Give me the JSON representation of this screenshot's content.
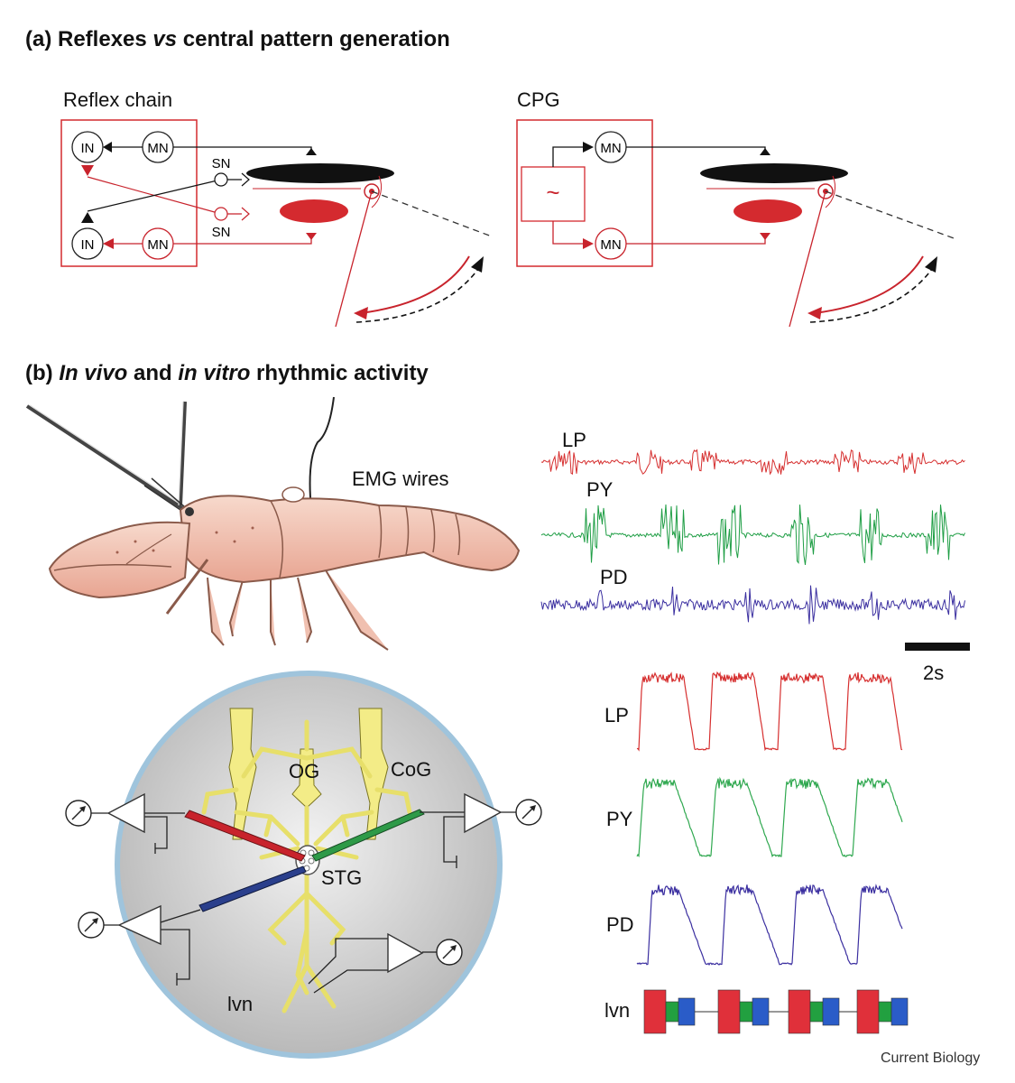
{
  "panel_a": {
    "heading": "(a)  Reflexes vs central pattern generation",
    "heading_parts": {
      "prefix": "(a)  Reflexes ",
      "italic": "vs",
      "suffix": " central pattern generation"
    },
    "reflex": {
      "title": "Reflex chain",
      "in_top": "IN",
      "mn_top": "MN",
      "in_bottom": "IN",
      "mn_bottom": "MN",
      "sn_top": "SN",
      "sn_bottom": "SN"
    },
    "cpg": {
      "title": "CPG",
      "mn_top": "MN",
      "mn_bottom": "MN",
      "oscillator_symbol": "~"
    }
  },
  "panel_b": {
    "heading_parts": {
      "prefix": "(b)  ",
      "italic1": "In vivo",
      "mid": " and ",
      "italic2": "in vitro",
      "suffix": " rhythmic activity"
    },
    "emg_label": "EMG wires",
    "in_vivo_traces": [
      {
        "name": "LP",
        "color": "#d62f2f"
      },
      {
        "name": "PY",
        "color": "#1f9e45"
      },
      {
        "name": "PD",
        "color": "#3b2fa0"
      }
    ],
    "scale_bar_label": "2s",
    "stg_labels": {
      "og": "OG",
      "cog": "CoG",
      "stg": "STG",
      "lvn": "lvn"
    },
    "in_vitro_traces": [
      {
        "name": "LP",
        "color": "#d62f2f"
      },
      {
        "name": "PY",
        "color": "#2fa84f"
      },
      {
        "name": "PD",
        "color": "#3b2fa0"
      }
    ],
    "lvn_label": "lvn",
    "lvn_colors": {
      "LP": "#e0303a",
      "PY": "#22a040",
      "PD": "#2a5cc8"
    }
  },
  "credit": "Current Biology",
  "colors": {
    "red": "#c8232c",
    "circuit_red": "#d42a2f",
    "black": "#111111",
    "nerve_yellow": "#f3ec87"
  }
}
